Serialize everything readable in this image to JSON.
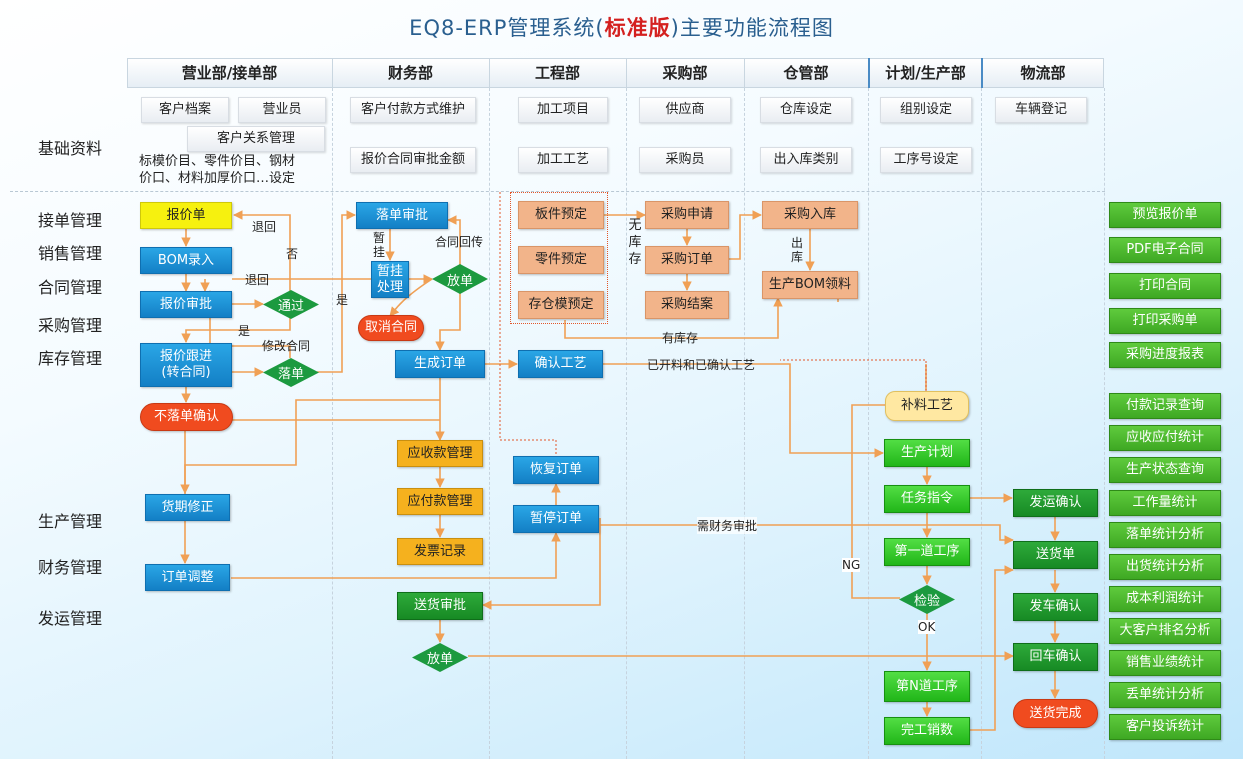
{
  "title": {
    "prefix": "EQ8-ERP管理系统(",
    "highlight": "标准版",
    "suffix": ")主要功能流程图"
  },
  "departments": [
    "营业部/接单部",
    "财务部",
    "工程部",
    "采购部",
    "仓管部",
    "计划/生产部",
    "物流部"
  ],
  "row_labels": [
    "基础资料",
    "接单管理",
    "销售管理",
    "合同管理",
    "采购管理",
    "库存管理",
    "生产管理",
    "财务管理",
    "发运管理"
  ],
  "basic": {
    "sales": [
      "客户档案",
      "营业员",
      "客户关系管理"
    ],
    "sales_note": [
      "标模价目、零件价目、钢材",
      "价口、材料加厚价口…设定"
    ],
    "finance": [
      "客户付款方式维护",
      "报价合同审批金额"
    ],
    "engineering": [
      "加工项目",
      "加工工艺"
    ],
    "purchase": [
      "供应商",
      "采购员"
    ],
    "warehouse": [
      "仓库设定",
      "出入库类别"
    ],
    "production": [
      "组别设定",
      "工序号设定"
    ],
    "logistics": [
      "车辆登记"
    ]
  },
  "nodes": {
    "quote": "报价单",
    "bom_entry": "BOM录入",
    "quote_approve": "报价审批",
    "pass": "通过",
    "quote_follow_1": "报价跟进",
    "quote_follow_2": "(转合同)",
    "order_placed": "落单",
    "no_order_confirm": "不落单确认",
    "date_fix": "货期修正",
    "order_adjust": "订单调整",
    "order_approve": "落单审批",
    "hold_1": "暂挂",
    "hold_2": "处理",
    "release": "放单",
    "cancel_contract": "取消合同",
    "gen_order": "生成订单",
    "receivable": "应收款管理",
    "payable": "应付款管理",
    "invoice": "发票记录",
    "ship_approve": "送货审批",
    "release2": "放单",
    "plate_reserve": "板件预定",
    "part_reserve": "零件预定",
    "mold_reserve": "存仓模预定",
    "confirm_process": "确认工艺",
    "resume_order": "恢复订单",
    "pause_order": "暂停订单",
    "purchase_request": "采购申请",
    "purchase_order": "采购订单",
    "purchase_close": "采购结案",
    "purchase_in": "采购入库",
    "bom_issue": "生产BOM领料",
    "supplement": "补料工艺",
    "prod_plan": "生产计划",
    "task_order": "任务指令",
    "first_step": "第一道工序",
    "inspect": "检验",
    "nth_step": "第N道工序",
    "finish": "完工销数",
    "ship_confirm": "发运确认",
    "delivery_note": "送货单",
    "truck_confirm": "发车确认",
    "return_confirm": "回车确认",
    "delivered": "送货完成"
  },
  "edge_labels": {
    "back1": "退回",
    "no": "否",
    "back2": "退回",
    "yes1": "是",
    "yes2": "是",
    "modify": "修改合同",
    "hold_v": "暂挂",
    "contract_return": "合同回传",
    "no_stock": "无库存",
    "out_stock": "出库",
    "in_stock": "有库存",
    "opened": "已开料和已确认工艺",
    "need_fin": "需财务审批",
    "ng": "NG",
    "ok": "OK"
  },
  "reports": [
    "预览报价单",
    "PDF电子合同",
    "打印合同",
    "打印采购单",
    "采购进度报表",
    "付款记录查询",
    "应收应付统计",
    "生产状态查询",
    "工作量统计",
    "落单统计分析",
    "出货统计分析",
    "成本利润统计",
    "大客户排名分析",
    "销售业绩统计",
    "丢单统计分析",
    "客户投诉统计"
  ],
  "colors": {
    "blue": "#1a90d6",
    "green": "#2ec52a",
    "orange_line": "#f0a055",
    "title": "#2a5f8f"
  }
}
